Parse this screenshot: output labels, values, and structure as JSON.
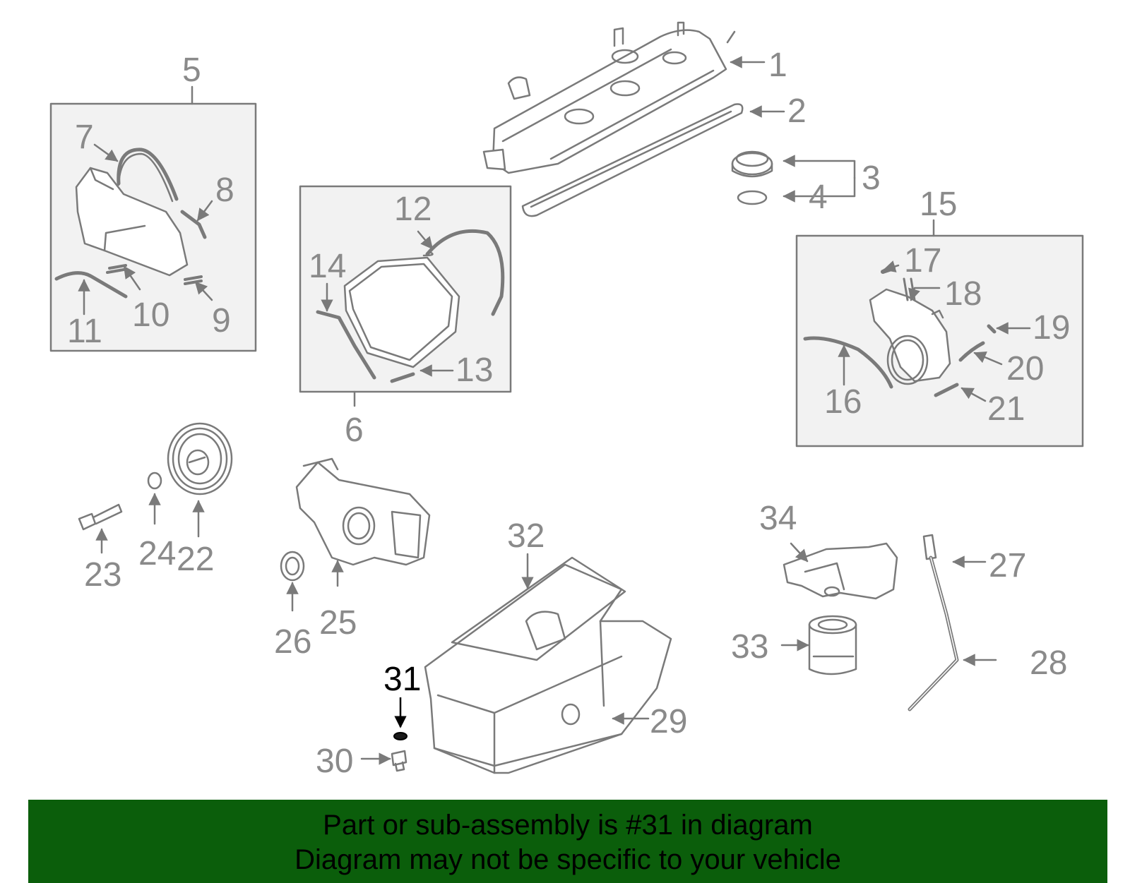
{
  "callouts": {
    "n1": "1",
    "n2": "2",
    "n3": "3",
    "n4": "4",
    "n5": "5",
    "n6": "6",
    "n7": "7",
    "n8": "8",
    "n9": "9",
    "n10": "10",
    "n11": "11",
    "n12": "12",
    "n13": "13",
    "n14": "14",
    "n15": "15",
    "n16": "16",
    "n17": "17",
    "n18": "18",
    "n19": "19",
    "n20": "20",
    "n21": "21",
    "n22": "22",
    "n23": "23",
    "n24": "24",
    "n25": "25",
    "n26": "26",
    "n27": "27",
    "n28": "28",
    "n29": "29",
    "n30": "30",
    "n31": "31",
    "n32": "32",
    "n33": "33",
    "n34": "34"
  },
  "banner": {
    "line1": "Part or sub-assembly is #31 in diagram",
    "line2": "Diagram may not be specific to your vehicle"
  },
  "highlighted_part": "31",
  "colors": {
    "label": "#8a8a8a",
    "line": "#7a7a7a",
    "inset_fill": "#f2f2f2",
    "highlight": "#000000",
    "banner": "#0b5e0b"
  }
}
